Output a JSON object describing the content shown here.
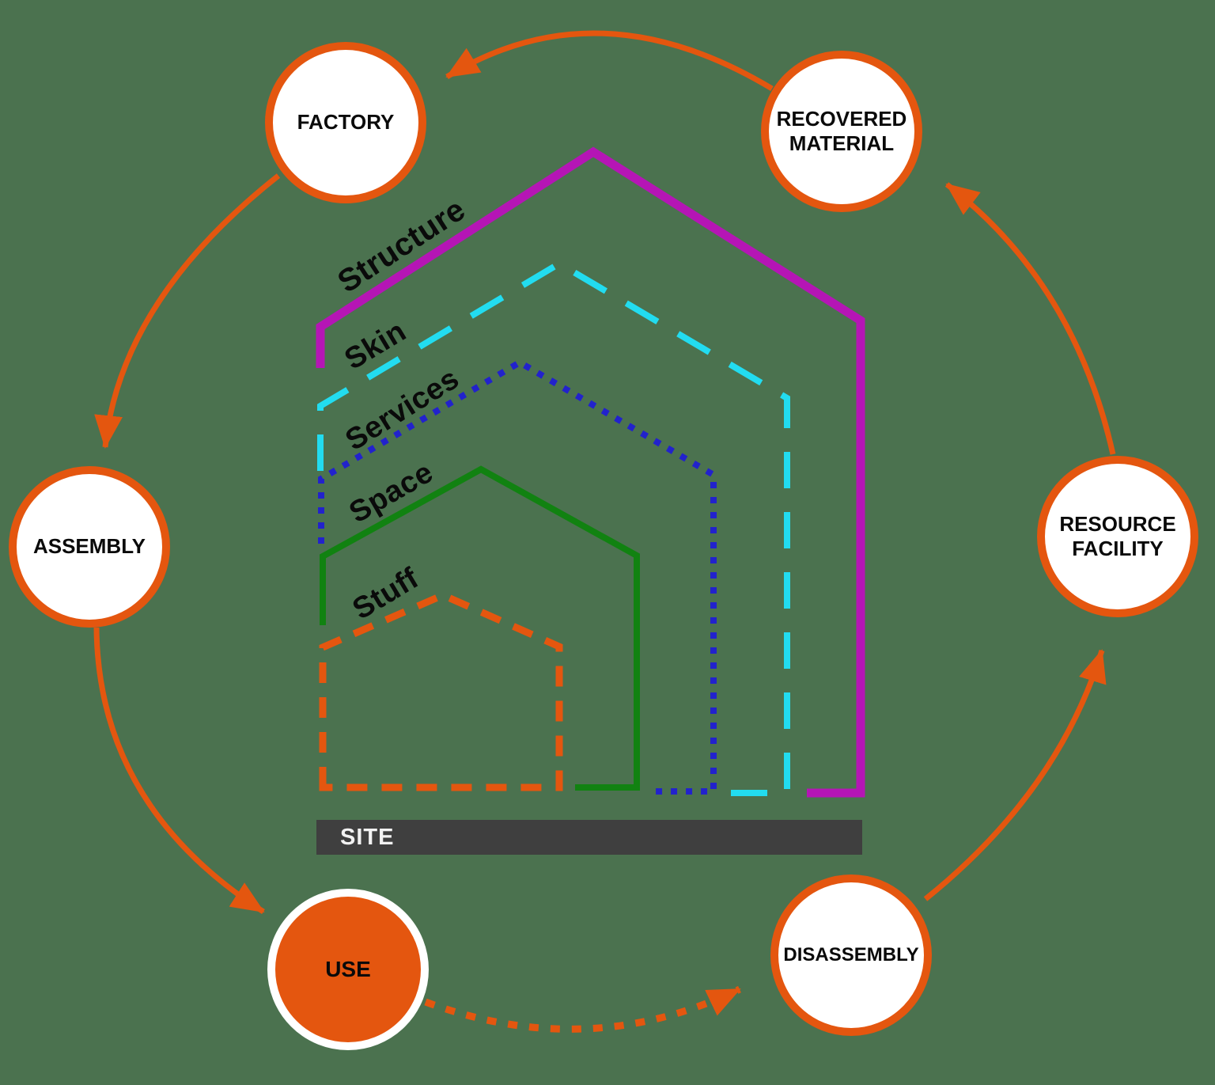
{
  "title": "Shearing layers circular building diagram",
  "colors": {
    "background": "#4B724F",
    "orange": "#E4560F",
    "magenta": "#B515B5",
    "cyan": "#22DCF0",
    "blue": "#2222CC",
    "green": "#118211",
    "site_bar": "#3F3F3F",
    "site_text": "#F2F2F2"
  },
  "nodes": {
    "factory": {
      "label": "FACTORY"
    },
    "recovered_material": {
      "label": "RECOVERED MATERIAL"
    },
    "resource_facility": {
      "label": "RESOURCE FACILITY"
    },
    "disassembly": {
      "label": "DISASSEMBLY"
    },
    "use": {
      "label": "USE"
    },
    "assembly": {
      "label": "ASSEMBLY"
    }
  },
  "layers": {
    "structure": {
      "label": "Structure",
      "color": "#B515B5",
      "stroke": "solid"
    },
    "skin": {
      "label": "Skin",
      "color": "#22DCF0",
      "stroke": "dashed"
    },
    "services": {
      "label": "Services",
      "color": "#2222CC",
      "stroke": "dotted"
    },
    "space": {
      "label": "Space",
      "color": "#118211",
      "stroke": "solid"
    },
    "stuff": {
      "label": "Stuff",
      "color": "#E4560F",
      "stroke": "dashed"
    }
  },
  "site": {
    "label": "SITE"
  },
  "arrows": [
    {
      "from": "recovered_material",
      "to": "factory",
      "style": "solid"
    },
    {
      "from": "factory",
      "to": "assembly",
      "style": "solid"
    },
    {
      "from": "assembly",
      "to": "use",
      "style": "solid"
    },
    {
      "from": "use",
      "to": "disassembly",
      "style": "dotted"
    },
    {
      "from": "disassembly",
      "to": "resource_facility",
      "style": "solid"
    },
    {
      "from": "resource_facility",
      "to": "recovered_material",
      "style": "solid"
    }
  ]
}
